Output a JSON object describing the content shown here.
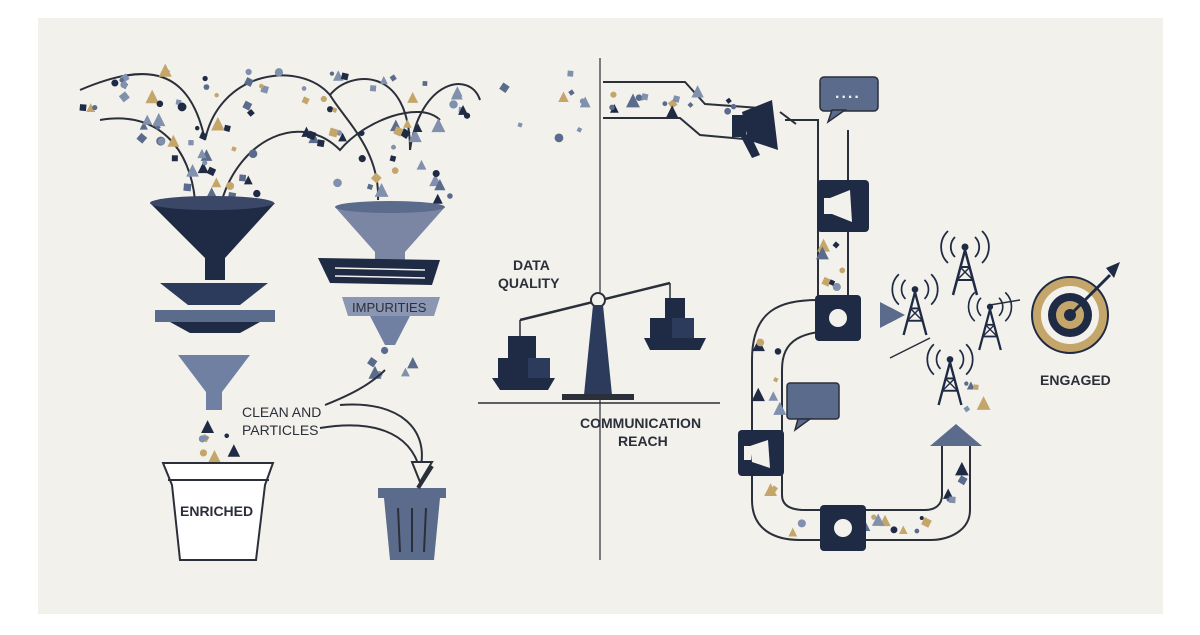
{
  "labels": {
    "impurities": "IMPURITIES",
    "clean_line1": "CLEAN AND",
    "clean_line2": "PARTICLES",
    "enriched": "ENRICHED",
    "data_quality_line1": "DATA",
    "data_quality_line2": "QUALITY",
    "communication_line1": "COMMUNICATION",
    "communication_line2": "REACH",
    "engaged": "ENGAGED",
    "speech_dots": "...."
  },
  "colors": {
    "background": "#f2f1ec",
    "navy": "#1f2a44",
    "slate": "#5b6b8c",
    "steel": "#8090ad",
    "gold": "#c5a66a",
    "line": "#2b2f3a"
  },
  "icons": [
    "megaphone-icon",
    "speech-bubble-icon",
    "radio-tower-icon",
    "target-icon",
    "arrow-icon",
    "trash-bin-icon",
    "bucket-icon",
    "funnel-icon",
    "balance-scale-icon"
  ]
}
